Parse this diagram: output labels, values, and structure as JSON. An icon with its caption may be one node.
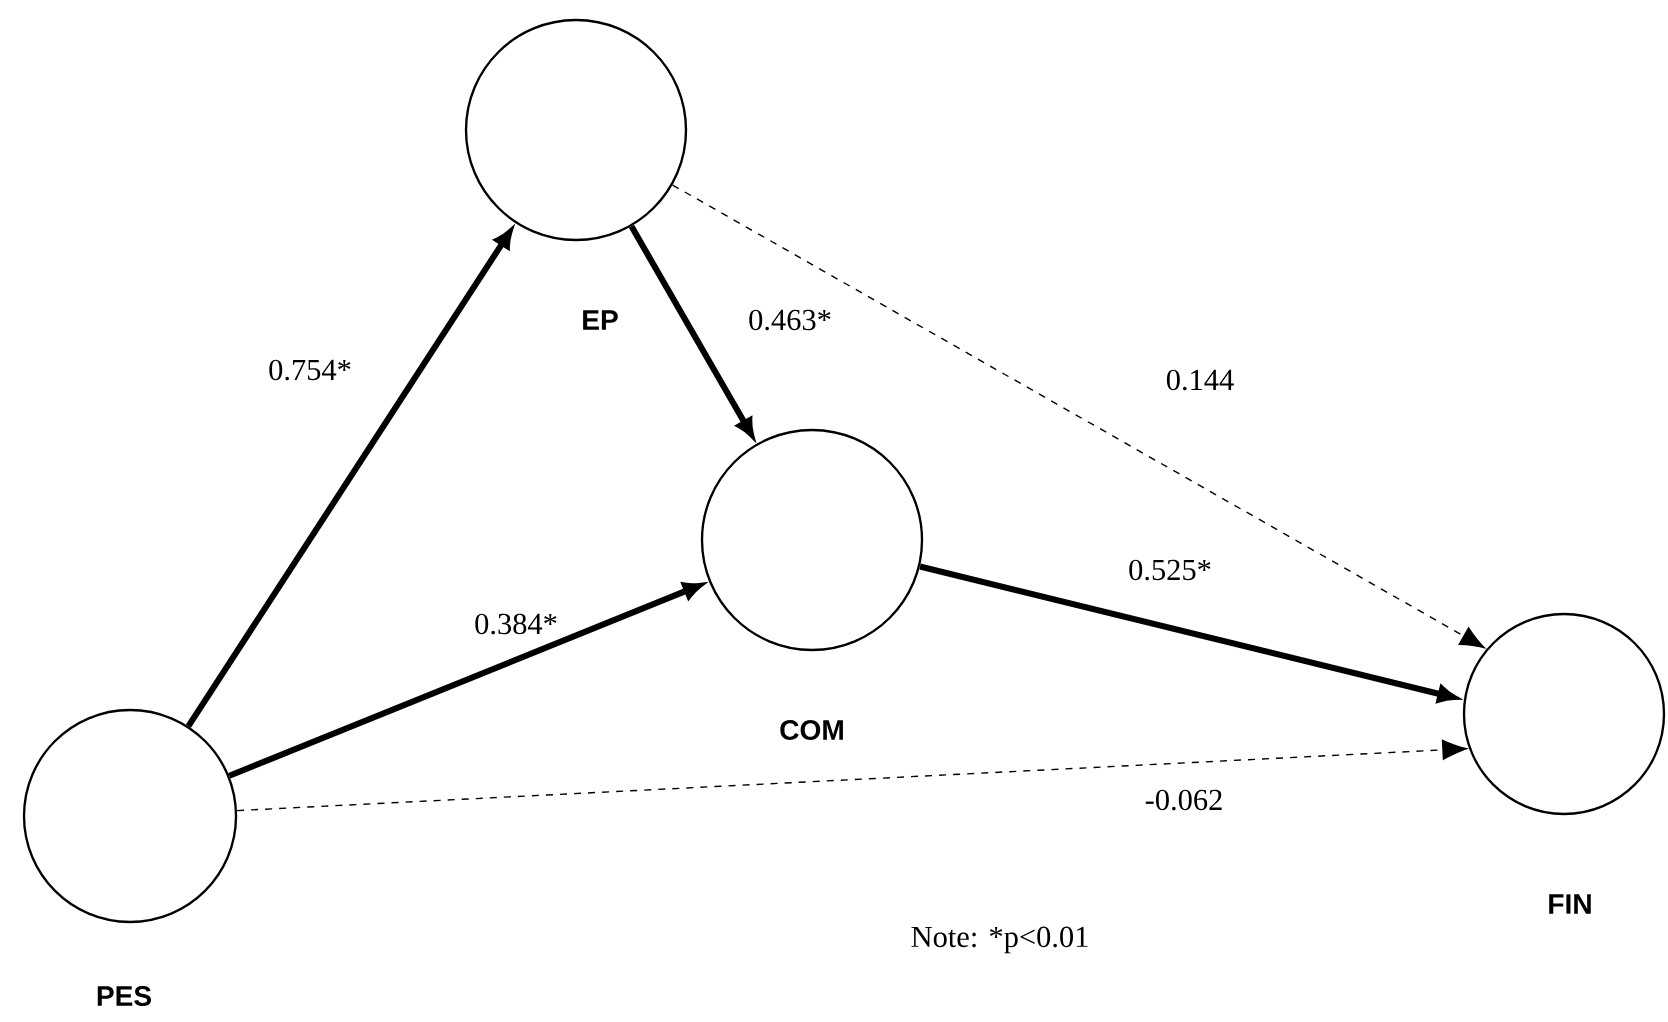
{
  "diagram": {
    "nodes": [
      {
        "text": [],
        "shape": "circle",
        "beside": [
          "EP"
        ]
      },
      {
        "text": [],
        "shape": "circle",
        "beside": [
          "COM"
        ]
      },
      {
        "text": [],
        "shape": "circle",
        "beside": [
          "PES"
        ]
      },
      {
        "text": [],
        "shape": "circle",
        "beside": [
          "FIN"
        ]
      }
    ],
    "edges": [
      {
        "from": 2,
        "to": 0,
        "arrow": "to",
        "label": "0.754*"
      },
      {
        "from": 0,
        "to": 1,
        "arrow": "to",
        "label": "0.463*"
      },
      {
        "from": 2,
        "to": 1,
        "arrow": "to",
        "label": "0.384*"
      },
      {
        "from": 0,
        "to": 3,
        "arrow": "to",
        "style": "dashed",
        "label": "0.144"
      },
      {
        "from": 1,
        "to": 3,
        "arrow": "to",
        "label": "0.525*"
      },
      {
        "from": 2,
        "to": 3,
        "arrow": "to",
        "style": "dashed",
        "label": "-0.062"
      }
    ],
    "labels": [
      "Note: *p<0.01"
    ]
  }
}
